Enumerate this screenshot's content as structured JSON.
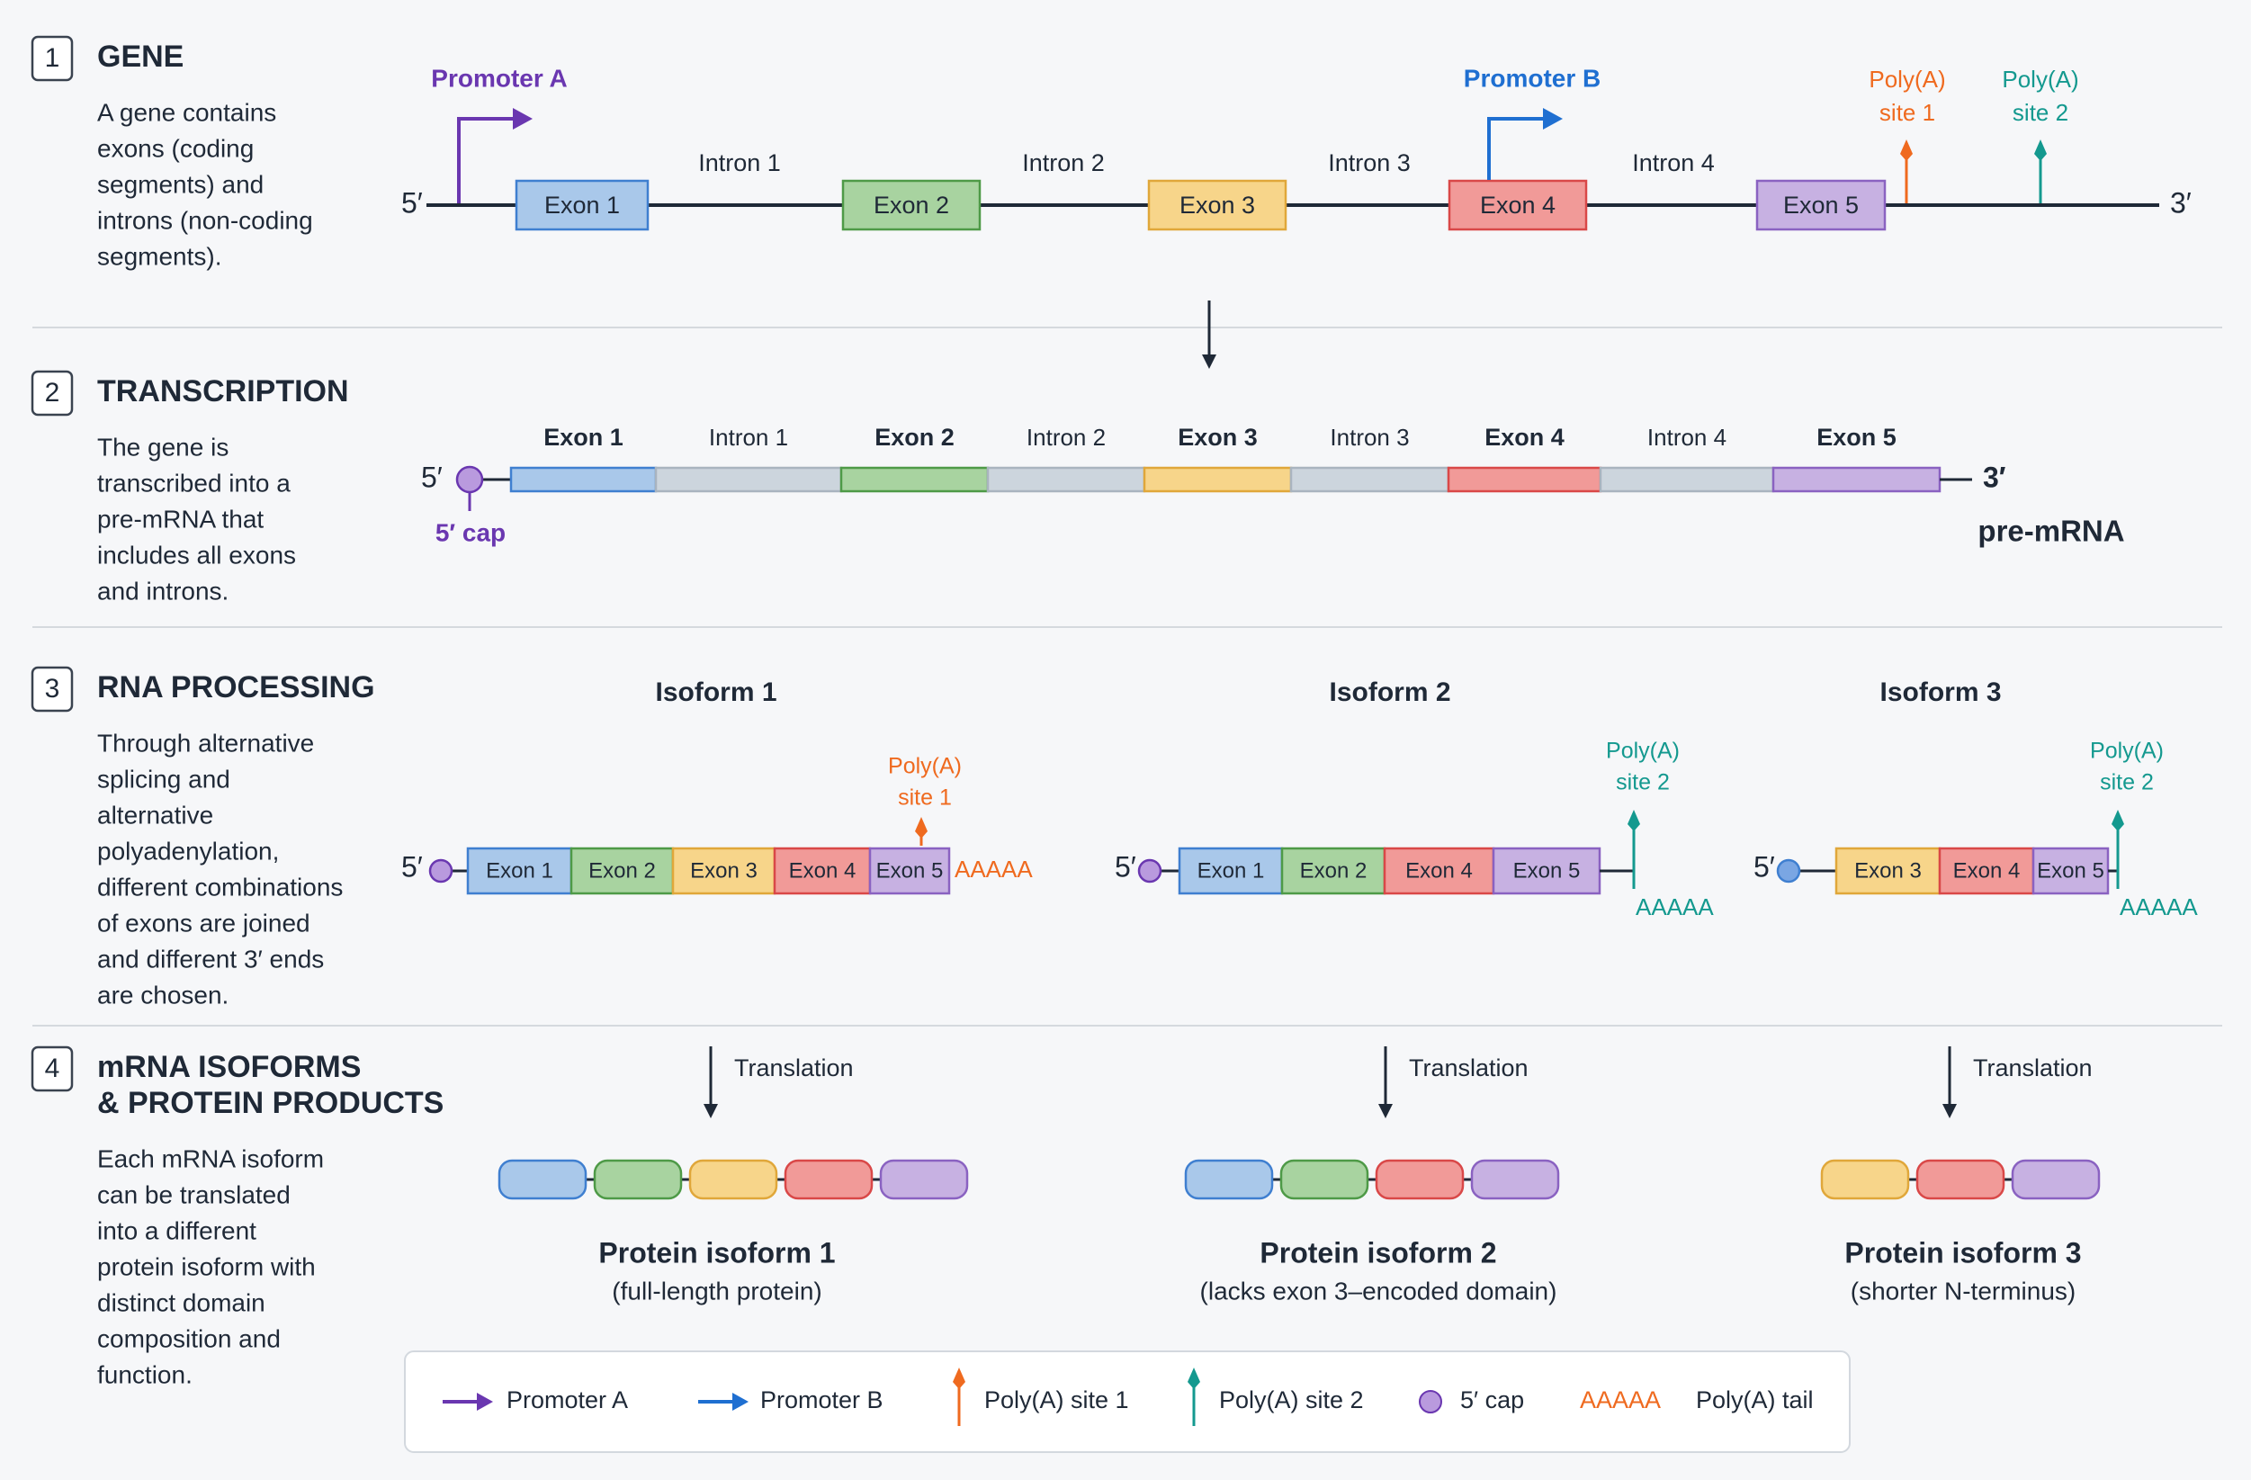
{
  "colors": {
    "exon1": {
      "fill": "#a9c8ea",
      "stroke": "#3f7fd0"
    },
    "exon2": {
      "fill": "#a8d3a0",
      "stroke": "#4e9a47"
    },
    "exon3": {
      "fill": "#f7d58a",
      "stroke": "#e0a73a"
    },
    "exon4": {
      "fill": "#f19a98",
      "stroke": "#d94848"
    },
    "exon5": {
      "fill": "#c7b1e2",
      "stroke": "#8a62c1"
    },
    "intron": {
      "fill": "#ccd5dd",
      "stroke": "#a9b4bf"
    },
    "promoterA": "#6a37b0",
    "promoterB": "#1f6fd1",
    "polyA1": "#ef6a1f",
    "polyA2": "#14998f",
    "cap": "#b99ade",
    "capBlue": "#7aa6e3",
    "ink": "#1f2937",
    "divider": "#d5d9de"
  },
  "sections": [
    {
      "number": "1",
      "title": "GENE",
      "title_lines": [
        "GENE"
      ],
      "desc_lines": [
        "A gene contains",
        "exons (coding",
        "segments) and",
        "introns (non-coding",
        "segments)."
      ]
    },
    {
      "number": "2",
      "title": "TRANSCRIPTION",
      "title_lines": [
        "TRANSCRIPTION"
      ],
      "desc_lines": [
        "The gene is",
        "transcribed into a",
        "pre-mRNA that",
        "includes all exons",
        "and introns."
      ]
    },
    {
      "number": "3",
      "title": "RNA PROCESSING",
      "title_lines": [
        "RNA PROCESSING"
      ],
      "desc_lines": [
        "Through alternative",
        "splicing and",
        "alternative",
        "polyadenylation,",
        "different combinations",
        "of exons are joined",
        "and different 3′ ends",
        "are chosen."
      ]
    },
    {
      "number": "4",
      "title": "mRNA ISOFORMS & PROTEIN PRODUCTS",
      "title_lines": [
        "mRNA ISOFORMS",
        "& PROTEIN PRODUCTS"
      ],
      "desc_lines": [
        "Each mRNA isoform",
        "can be translated",
        "into a different",
        "protein isoform with",
        "distinct domain",
        "composition and",
        "function."
      ]
    }
  ],
  "gene": {
    "five": "5′",
    "three": "3′",
    "exons": [
      {
        "label": "Exon 1",
        "c": "exon1"
      },
      {
        "label": "Exon 2",
        "c": "exon2"
      },
      {
        "label": "Exon 3",
        "c": "exon3"
      },
      {
        "label": "Exon 4",
        "c": "exon4"
      },
      {
        "label": "Exon 5",
        "c": "exon5"
      }
    ],
    "introns": [
      "Intron 1",
      "Intron 2",
      "Intron 3",
      "Intron 4"
    ],
    "promoterA": "Promoter A",
    "promoterB": "Promoter B",
    "polyA1": [
      "Poly(A)",
      "site 1"
    ],
    "polyA2": [
      "Poly(A)",
      "site 2"
    ]
  },
  "premrna": {
    "five": "5′",
    "three": "3′",
    "cap": "5′ cap",
    "label": "pre-mRNA",
    "segments": [
      {
        "label": "Exon 1",
        "c": "exon1",
        "bold": true
      },
      {
        "label": "Intron 1",
        "c": "intron",
        "bold": false
      },
      {
        "label": "Exon 2",
        "c": "exon2",
        "bold": true
      },
      {
        "label": "Intron 2",
        "c": "intron",
        "bold": false
      },
      {
        "label": "Exon 3",
        "c": "exon3",
        "bold": true
      },
      {
        "label": "Intron 3",
        "c": "intron",
        "bold": false
      },
      {
        "label": "Exon 4",
        "c": "exon4",
        "bold": true
      },
      {
        "label": "Intron 4",
        "c": "intron",
        "bold": false
      },
      {
        "label": "Exon 5",
        "c": "exon5",
        "bold": true
      }
    ]
  },
  "isoforms": [
    {
      "title": "Isoform 1",
      "five": "5′",
      "cap": "cap",
      "exons": [
        {
          "label": "Exon 1",
          "c": "exon1"
        },
        {
          "label": "Exon 2",
          "c": "exon2"
        },
        {
          "label": "Exon 3",
          "c": "exon3"
        },
        {
          "label": "Exon 4",
          "c": "exon4"
        },
        {
          "label": "Exon 5",
          "c": "exon5"
        }
      ],
      "polyA": [
        "Poly(A)",
        "site 1"
      ],
      "polyColor": "polyA1",
      "tail": "AAAAA"
    },
    {
      "title": "Isoform 2",
      "five": "5′",
      "cap": "cap",
      "exons": [
        {
          "label": "Exon 1",
          "c": "exon1"
        },
        {
          "label": "Exon 2",
          "c": "exon2"
        },
        {
          "label": "Exon 4",
          "c": "exon4"
        },
        {
          "label": "Exon 5",
          "c": "exon5"
        }
      ],
      "polyA": [
        "Poly(A)",
        "site 2"
      ],
      "polyColor": "polyA2",
      "tail": "AAAAA"
    },
    {
      "title": "Isoform 3",
      "five": "5′",
      "cap": "capBlue",
      "exons": [
        {
          "label": "Exon 3",
          "c": "exon3"
        },
        {
          "label": "Exon 4",
          "c": "exon4"
        },
        {
          "label": "Exon 5",
          "c": "exon5"
        }
      ],
      "polyA": [
        "Poly(A)",
        "site 2"
      ],
      "polyColor": "polyA2",
      "tail": "AAAAA"
    }
  ],
  "translation_label": "Translation",
  "proteins": [
    {
      "name": "Protein isoform 1",
      "desc": "(full-length protein)",
      "domains": [
        "exon1",
        "exon2",
        "exon3",
        "exon4",
        "exon5"
      ]
    },
    {
      "name": "Protein isoform 2",
      "desc": "(lacks exon 3–encoded domain)",
      "domains": [
        "exon1",
        "exon2",
        "exon4",
        "exon5"
      ]
    },
    {
      "name": "Protein isoform 3",
      "desc": "(shorter N-terminus)",
      "domains": [
        "exon3",
        "exon4",
        "exon5"
      ]
    }
  ],
  "legend": [
    {
      "icon": "promoter-a-arrow",
      "label": "Promoter A"
    },
    {
      "icon": "promoter-b-arrow",
      "label": "Promoter B"
    },
    {
      "icon": "polya-site-1-marker",
      "label": "Poly(A) site 1"
    },
    {
      "icon": "polya-site-2-marker",
      "label": "Poly(A) site 2"
    },
    {
      "icon": "cap-dot",
      "label": "5′ cap"
    },
    {
      "icon": "polya-tail-glyph",
      "glyph": "AAAAA",
      "label": "Poly(A) tail"
    }
  ]
}
